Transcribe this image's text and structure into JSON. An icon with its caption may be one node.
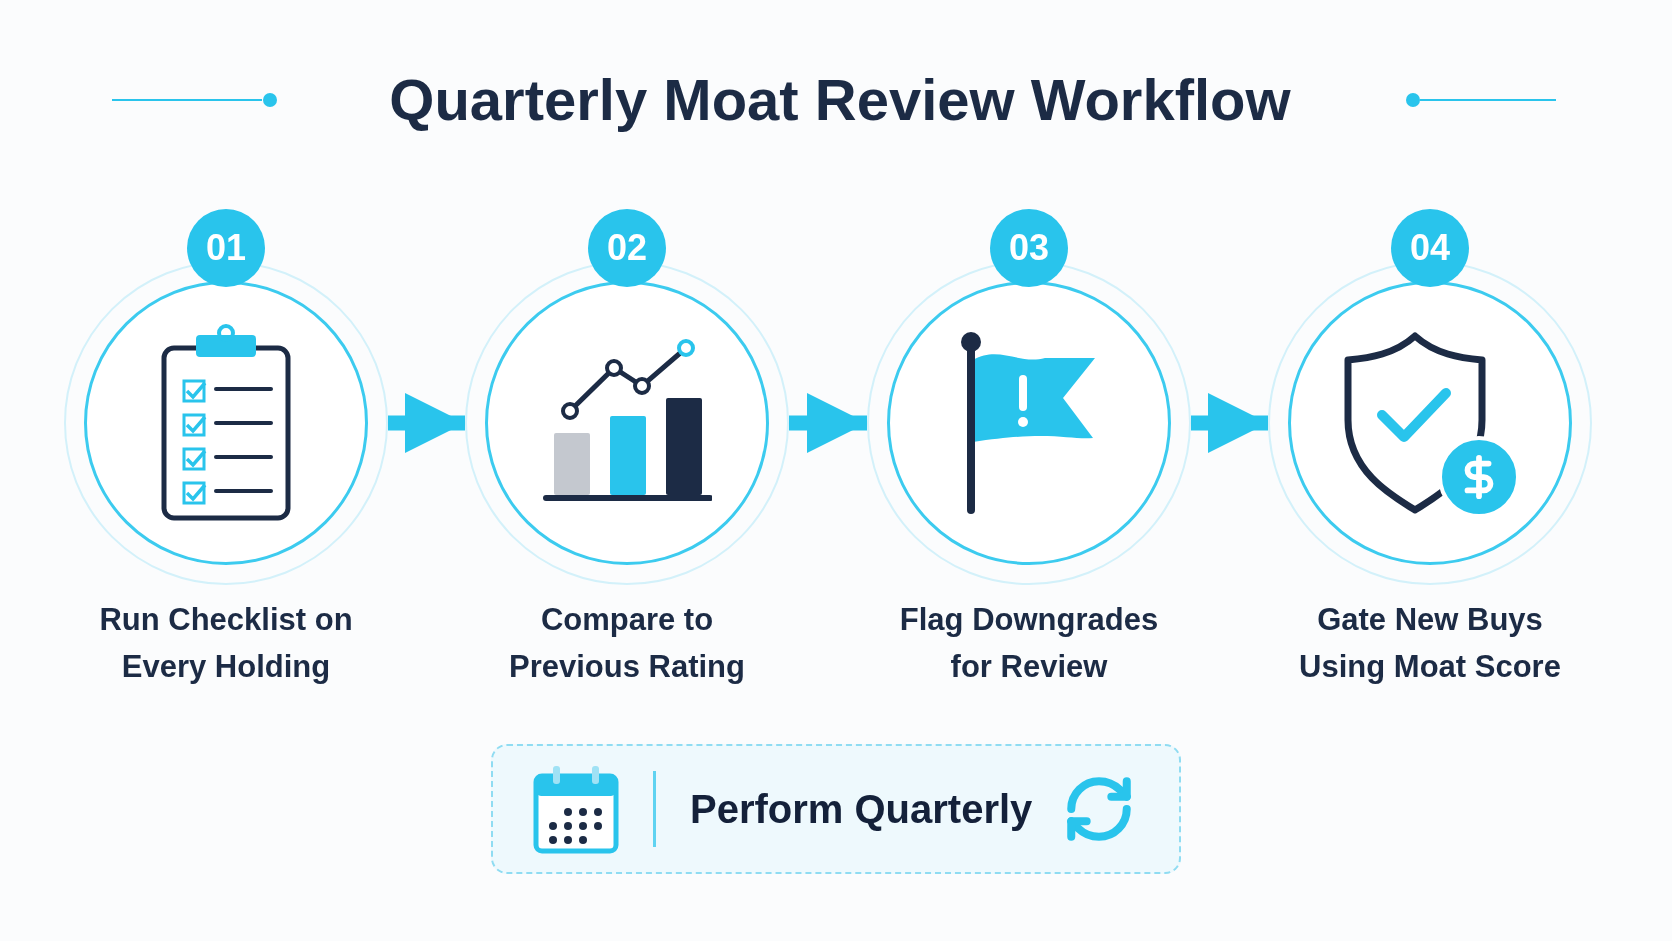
{
  "diagram": {
    "title": "Quarterly Moat Review Workflow",
    "nodes": [
      {
        "text": [
          "01",
          "Run Checklist on Every Holding"
        ]
      },
      {
        "text": [
          "02",
          "Compare to Previous Rating"
        ]
      },
      {
        "text": [
          "03",
          "Flag Downgrades for Review"
        ]
      },
      {
        "text": [
          "04",
          "Gate New Buys Using Moat Score"
        ]
      },
      {
        "text": [
          "Perform Quarterly"
        ]
      }
    ],
    "edges": [
      {
        "from": 0,
        "to": 1,
        "arrow": "to"
      },
      {
        "from": 1,
        "to": 2,
        "arrow": "to"
      },
      {
        "from": 2,
        "to": 3,
        "arrow": "to"
      }
    ]
  }
}
